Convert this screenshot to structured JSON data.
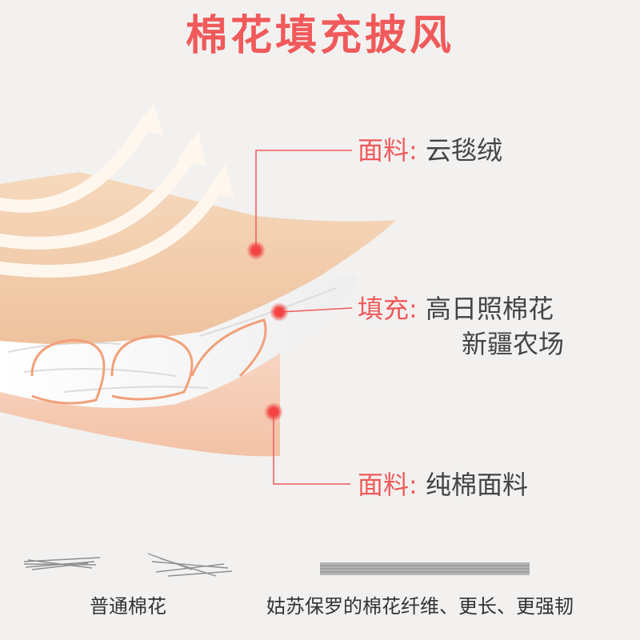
{
  "title": "棉花填充披风",
  "layers": [
    {
      "key": "面料",
      "sep": ":",
      "value": "云毯绒"
    },
    {
      "key": "填充",
      "sep": ":",
      "value": "高日照棉花",
      "value2": "新疆农场"
    },
    {
      "key": "面料",
      "sep": ":",
      "value": "纯棉面料"
    }
  ],
  "comparison": {
    "ordinary": "普通棉花",
    "premium": "姑苏保罗的棉花纤维、更长、更强韧"
  },
  "colors": {
    "accent": "#f05a5a",
    "top_fabric": "#f2cfae",
    "bottom_fabric": "#f6cfb9",
    "cotton": "#ffffff",
    "background": "#f2f1f0"
  }
}
